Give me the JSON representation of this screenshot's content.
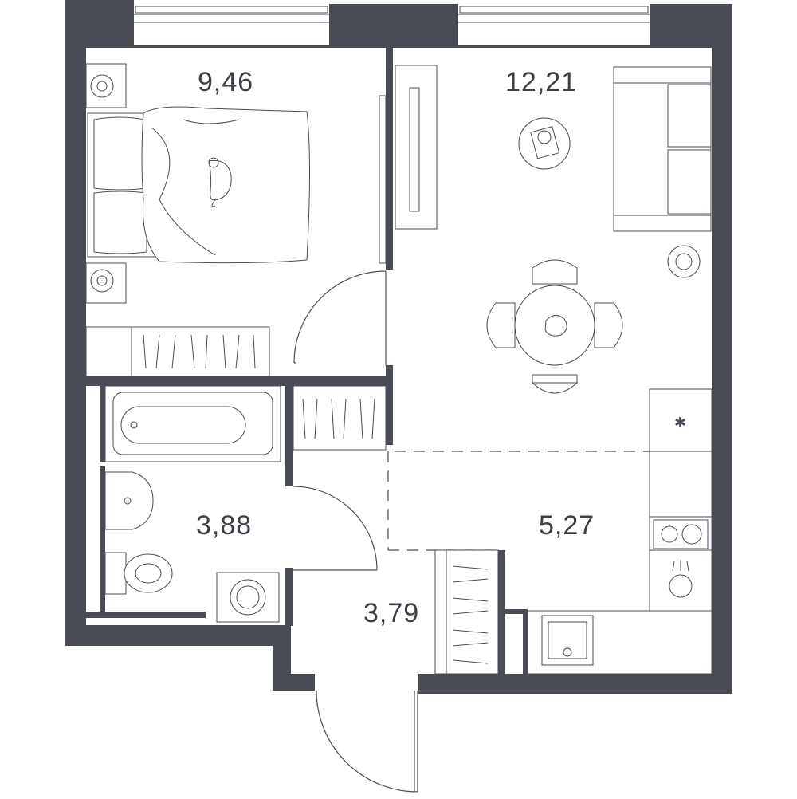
{
  "rooms": [
    {
      "id": "bedroom",
      "area": "9,46"
    },
    {
      "id": "living",
      "area": "12,21"
    },
    {
      "id": "bathroom",
      "area": "3,88"
    },
    {
      "id": "kitchen",
      "area": "5,27"
    },
    {
      "id": "hallway",
      "area": "3,79"
    }
  ],
  "colors": {
    "wall": "#4a4c55",
    "background": "#ffffff"
  }
}
